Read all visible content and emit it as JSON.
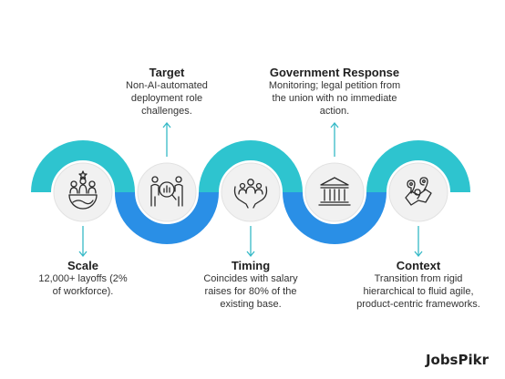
{
  "colors": {
    "teal": "#2ec4cf",
    "blue": "#2a8fe6",
    "arrow": "#35b9c7",
    "icon_stroke": "#2b2b2b",
    "node_fill": "#f1f1f1",
    "logo": "#1e6fd9"
  },
  "stages": [
    {
      "title": "Scale",
      "desc": [
        "12,000+ layoffs (2%",
        "of workforce)."
      ],
      "icon": "crowd-globe-icon"
    },
    {
      "title": "Target",
      "desc": [
        "Non-AI-automated",
        "deployment role",
        "challenges."
      ],
      "icon": "magnifier-people-icon"
    },
    {
      "title": "Timing",
      "desc": [
        "Coincides with salary",
        "raises for 80% of the",
        "existing base."
      ],
      "icon": "hands-people-icon"
    },
    {
      "title": "Government Response",
      "desc": [
        "Monitoring; legal petition from",
        "the union with no immediate",
        "action."
      ],
      "icon": "government-building-icon"
    },
    {
      "title": "Context",
      "desc": [
        "Transition from rigid",
        "hierarchical to fluid agile,",
        "product-centric frameworks."
      ],
      "icon": "map-pins-icon"
    }
  ],
  "logo": {
    "text": "JobsPikr"
  }
}
